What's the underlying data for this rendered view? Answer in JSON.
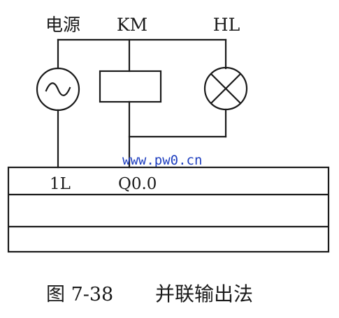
{
  "labels": {
    "power": "电源",
    "relay": "KM",
    "lamp": "HL",
    "common": "1L",
    "output": "Q0.0"
  },
  "watermark": "www.pw0.cn",
  "caption": {
    "figure_number": "图 7-38",
    "title": "并联输出法"
  },
  "colors": {
    "line": "#1a1a1a",
    "watermark": "#1f3fbf",
    "background": "#ffffff"
  }
}
